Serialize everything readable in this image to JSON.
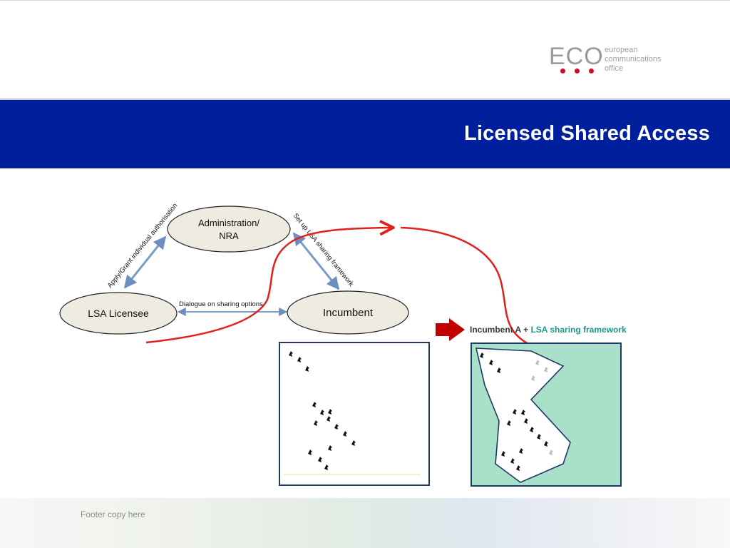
{
  "slide": {
    "title": "Licensed Shared Access",
    "footer": "Footer copy here"
  },
  "logo": {
    "mark": "ECO",
    "line1": "european",
    "line2": "communications",
    "line3": "office"
  },
  "diagram": {
    "nodes": {
      "administration_line1": "Administration/",
      "administration_line2": "NRA",
      "licensee": "LSA Licensee",
      "incumbent": "Incumbent"
    },
    "edges": {
      "apply_grant": "Apply/Grant individual authorisation",
      "set_up": "Set up LSA sharing framework",
      "dialogue": "Dialogue on sharing options"
    },
    "legend": {
      "prefix": "Incumbent A + ",
      "highlight": "LSA sharing framework"
    }
  },
  "colors": {
    "title_band": "#001f9c",
    "curve_red": "#e0201b",
    "node_fill": "#eeece1",
    "map_green": "#a9e0c9",
    "legend_green": "#1a9a8a"
  }
}
